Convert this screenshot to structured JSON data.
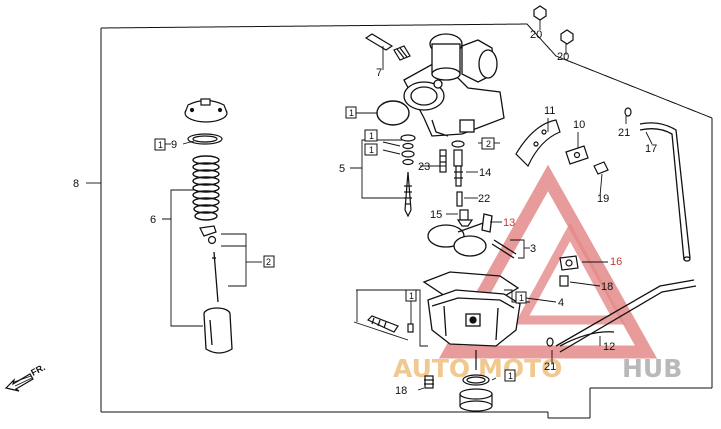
{
  "callouts": {
    "c1": "1",
    "c2": "2",
    "c3": "3",
    "c4": "4",
    "c5": "5",
    "c6": "6",
    "c7": "7",
    "c8": "8",
    "c9": "9",
    "c10": "10",
    "c11": "11",
    "c12": "12",
    "c13": "13",
    "c14": "14",
    "c15": "15",
    "c16": "16",
    "c17": "17",
    "c18": "18",
    "c19": "19",
    "c20": "20",
    "c21": "21",
    "c22": "22",
    "c23": "23"
  },
  "direction_label": "FR.",
  "watermark": {
    "part1": "AUTO",
    "part2": "MOTO",
    "part3": "HUB"
  },
  "colors": {
    "line": "#111111",
    "callout_red": "#c43a3a",
    "watermark_red": "#e48a8a",
    "watermark_orange": "#f0c890",
    "watermark_gray": "#b9b9b9"
  }
}
